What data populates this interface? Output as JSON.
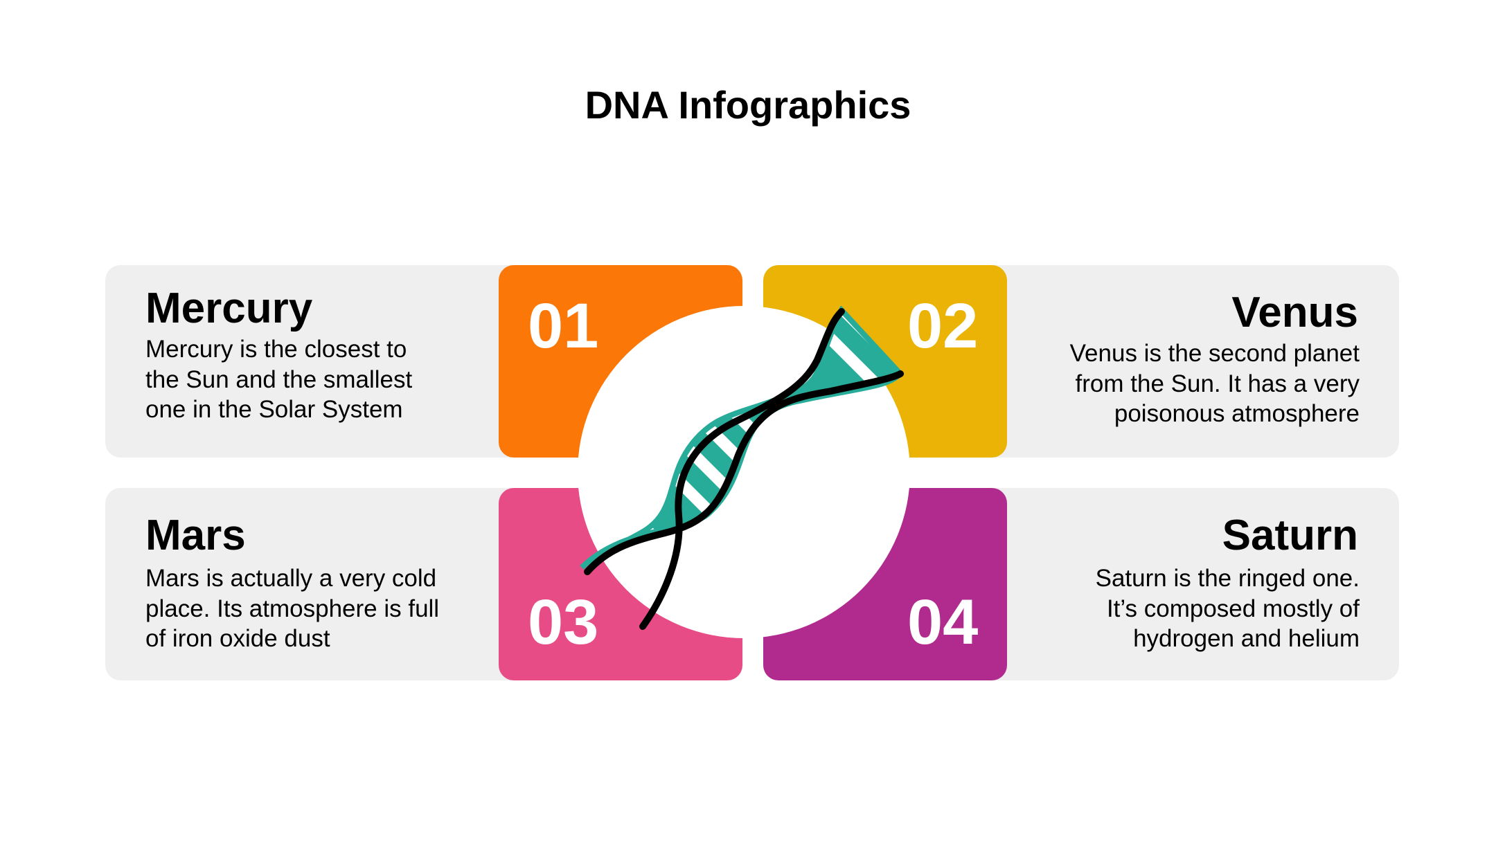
{
  "title": "DNA Infographics",
  "colors": {
    "orange": "#fb7708",
    "yellow": "#eab305",
    "pink": "#e84c86",
    "magenta": "#b12b8f",
    "teal": "#27ac99",
    "panel": "#efefef"
  },
  "cards": [
    {
      "number": "01",
      "title": "Mercury",
      "lines": [
        "Mercury is the closest to",
        "the Sun and the smallest",
        "one in the Solar System"
      ]
    },
    {
      "number": "02",
      "title": "Venus",
      "lines": [
        "Venus is the second planet",
        "from the Sun. It has a very",
        "poisonous atmosphere"
      ]
    },
    {
      "number": "03",
      "title": "Mars",
      "lines": [
        "Mars is actually a very cold",
        "place. Its atmosphere is full",
        "of iron oxide dust"
      ]
    },
    {
      "number": "04",
      "title": "Saturn",
      "lines": [
        "Saturn is the ringed one.",
        "It’s composed mostly of",
        "hydrogen and helium"
      ]
    }
  ],
  "center_icon": "dna-icon"
}
